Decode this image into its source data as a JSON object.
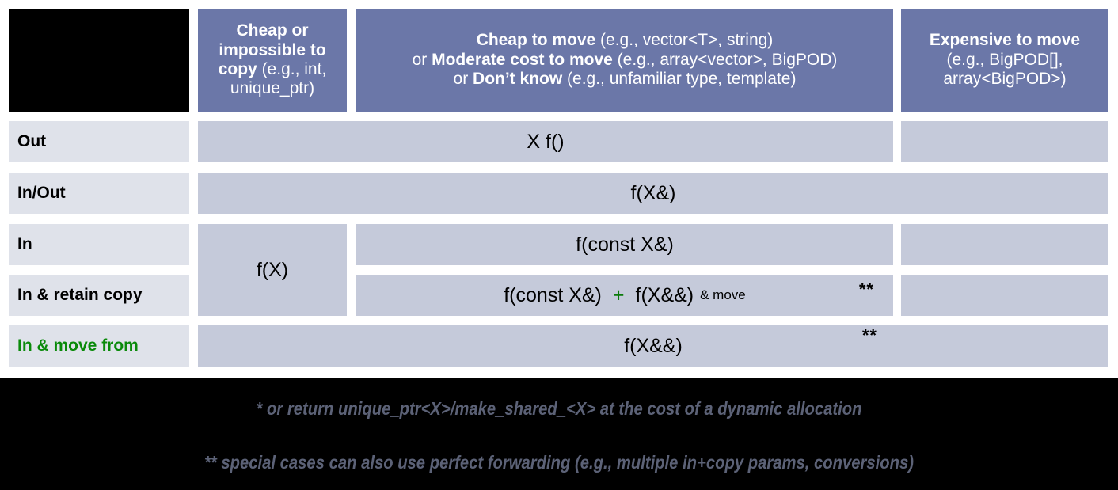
{
  "title": "C++ Parameter Passing Guidelines Table",
  "colors": {
    "header_bg": "#6b77a8",
    "body_cell_bg": "#c5cada",
    "row_label_bg": "#dfe2ea",
    "green_accent": "#0a7a0a",
    "page_bg": "#000000",
    "table_bg": "#ffffff",
    "footnote_text": "#5c6277"
  },
  "header": {
    "corner_label": "",
    "columns": [
      {
        "id": "cheap-or-impossible-to-copy",
        "bold_lead": "Cheap or impossible to copy",
        "examples": "(e.g., int, unique_ptr)",
        "lines": [
          {
            "bold": "Cheap or",
            "rest": ""
          },
          {
            "bold": "impossible to",
            "rest": ""
          },
          {
            "bold": "copy",
            "rest": " (e.g., int,"
          },
          {
            "bold": "",
            "rest": "unique_ptr)"
          }
        ]
      },
      {
        "id": "cheap-to-move",
        "lines": [
          {
            "bold": "Cheap to move",
            "rest": " (e.g., vector<T>, string)"
          },
          {
            "pre": "or ",
            "bold": "Moderate cost to move",
            "rest": " (e.g., array<vector>, BigPOD)"
          },
          {
            "pre": "or ",
            "bold": "Don’t know",
            "rest": " (e.g., unfamiliar type, template)"
          }
        ]
      },
      {
        "id": "expensive-to-move",
        "lines": [
          {
            "bold": "Expensive to move",
            "rest": ""
          },
          {
            "bold": "",
            "rest": "(e.g., BigPOD[],"
          },
          {
            "bold": "",
            "rest": "array<BigPOD>)"
          }
        ]
      }
    ]
  },
  "rows": [
    {
      "id": "out",
      "label": "Out",
      "green": false
    },
    {
      "id": "in-out",
      "label": "In/Out",
      "green": false
    },
    {
      "id": "in",
      "label": "In",
      "green": false
    },
    {
      "id": "in-retain-copy",
      "label": "In & retain copy",
      "green": false
    },
    {
      "id": "in-move-from",
      "label": "In & move from",
      "green": true
    }
  ],
  "cells": {
    "out_span": "X f()",
    "inout_span": "f(X&)",
    "in_col1": "f(X)",
    "in_main": "f(const X&)",
    "retain_part1": "f(const X&)",
    "retain_plus": "+",
    "retain_part2": "f(X&&)",
    "retain_part2_suffix": "& move",
    "retain_stars": "**",
    "movefrom_main": "f(X&&)",
    "movefrom_stars": "**"
  },
  "footnotes": {
    "single_star": "* or return unique_ptr<X>/make_shared_<X> at the cost of a dynamic allocation",
    "double_star": "** special cases can also use perfect forwarding (e.g., multiple in+copy params, conversions)"
  }
}
